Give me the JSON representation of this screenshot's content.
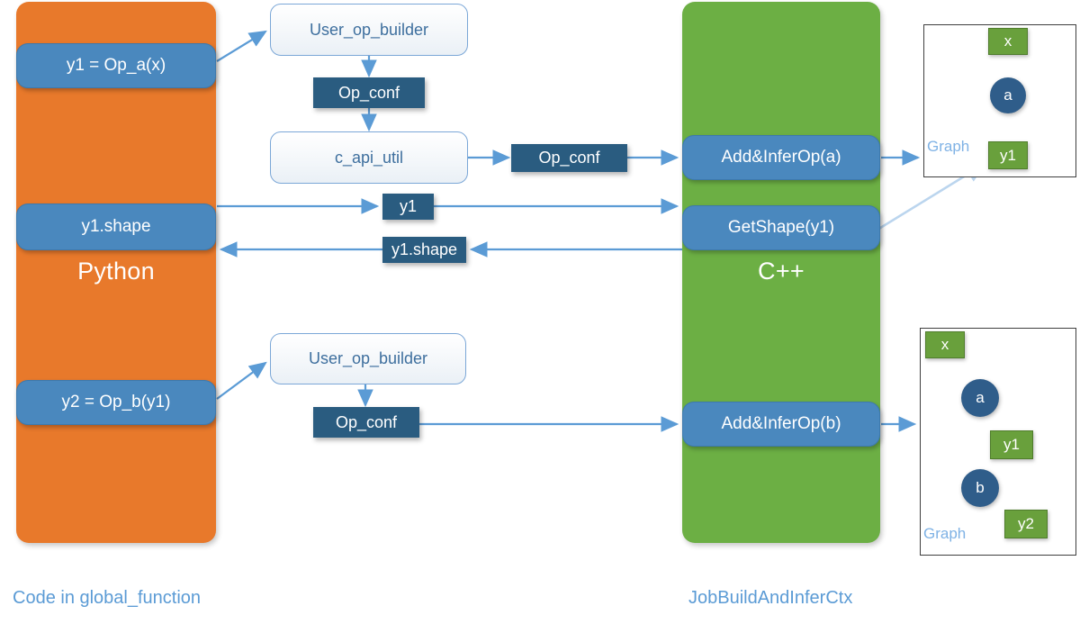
{
  "diagram": {
    "title_left": "Code in global_function",
    "title_right": "JobBuildAndInferCtx"
  },
  "panels": {
    "python": {
      "caption": "Python",
      "color": "#E8792B"
    },
    "cpp": {
      "caption": "C++",
      "color": "#6CAF44"
    }
  },
  "python_calls": [
    {
      "label": "y1 = Op_a(x)"
    },
    {
      "label": "y1.shape"
    },
    {
      "label": "y2 = Op_b(y1)"
    }
  ],
  "cpp_calls": [
    {
      "label": "Add&InferOp(a)"
    },
    {
      "label": "GetShape(y1)"
    },
    {
      "label": "Add&InferOp(b)"
    }
  ],
  "cards": [
    {
      "label": "User_op_builder"
    },
    {
      "label": "c_api_util"
    },
    {
      "label": "User_op_builder"
    }
  ],
  "chips": [
    {
      "label": "Op_conf"
    },
    {
      "label": "Op_conf"
    },
    {
      "label": "y1"
    },
    {
      "label": "y1.shape"
    },
    {
      "label": "Op_conf"
    }
  ],
  "graphs": [
    {
      "label": "Graph",
      "nodes": [
        {
          "id": "x",
          "label": "x",
          "kind": "tensor"
        },
        {
          "id": "a",
          "label": "a",
          "kind": "op"
        },
        {
          "id": "y1",
          "label": "y1",
          "kind": "tensor"
        }
      ],
      "edges": [
        [
          "x",
          "a"
        ],
        [
          "a",
          "y1"
        ]
      ]
    },
    {
      "label": "Graph",
      "nodes": [
        {
          "id": "x",
          "label": "x",
          "kind": "tensor"
        },
        {
          "id": "a",
          "label": "a",
          "kind": "op"
        },
        {
          "id": "y1",
          "label": "y1",
          "kind": "tensor"
        },
        {
          "id": "b",
          "label": "b",
          "kind": "op"
        },
        {
          "id": "y2",
          "label": "y2",
          "kind": "tensor"
        }
      ],
      "edges": [
        [
          "x",
          "a"
        ],
        [
          "a",
          "y1"
        ],
        [
          "y1",
          "b"
        ],
        [
          "b",
          "y2"
        ]
      ]
    }
  ],
  "colors": {
    "orange": "#E8792B",
    "green": "#6CAF44",
    "pill_blue": "#4A88BE",
    "chip_navy": "#2A5C80",
    "node_green": "#69A03C",
    "node_blue": "#2F5D8A",
    "arrow_blue": "#5B9BD5",
    "caption_blue": "#5B9BD5"
  }
}
